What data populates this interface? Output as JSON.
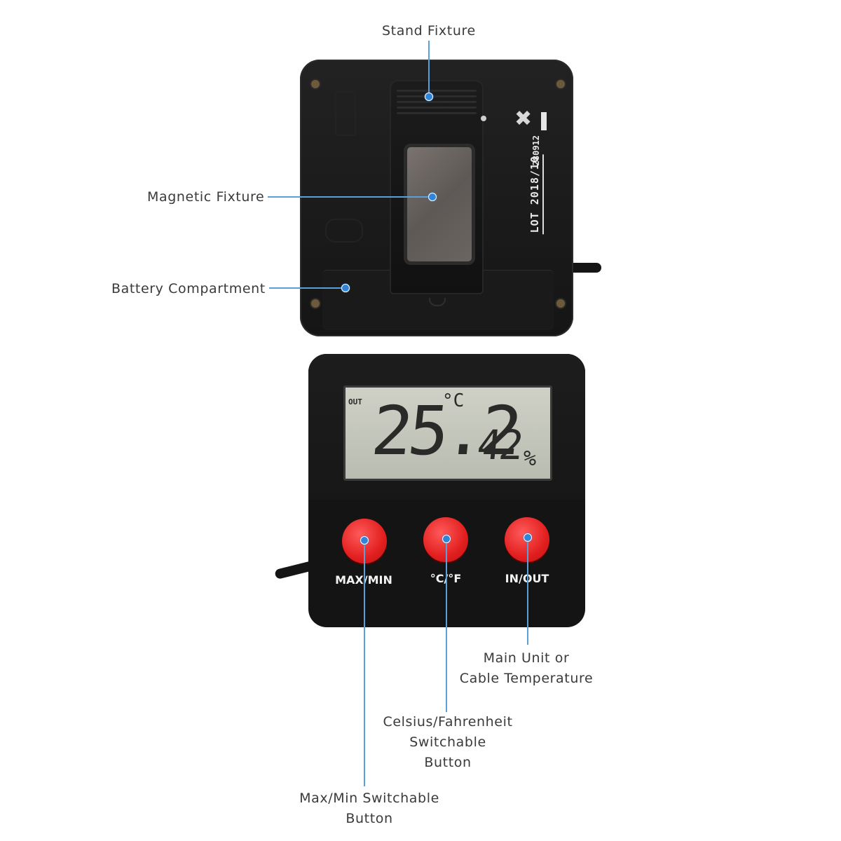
{
  "annotations": {
    "stand_fixture": "Stand Fixture",
    "magnetic_fixture": "Magnetic Fixture",
    "battery_compartment": "Battery Compartment",
    "main_unit_cable": [
      "Main Unit or",
      "Cable Temperature"
    ],
    "celsius_fahrenheit": [
      "Celsius/Fahrenheit",
      "Switchable",
      "Button"
    ],
    "max_min": [
      "Max/Min Switchable",
      "Button"
    ]
  },
  "device_back": {
    "lot_text": "LOT 2018/10",
    "code_text": "280912"
  },
  "device_front": {
    "lcd": {
      "mode": "OUT",
      "temperature": "25.2",
      "temp_unit": "°C",
      "humidity": "42",
      "humidity_unit": "%"
    },
    "buttons": [
      {
        "label": "MAX/MIN"
      },
      {
        "label": "°C/°F"
      },
      {
        "label": "IN/OUT"
      }
    ]
  },
  "colors": {
    "leader_line": "#5b9fd8",
    "leader_dot": "#2f86d9",
    "button_red": "#e21f1f",
    "device_body": "#151515",
    "lcd_bg": "#c4c7bc"
  }
}
